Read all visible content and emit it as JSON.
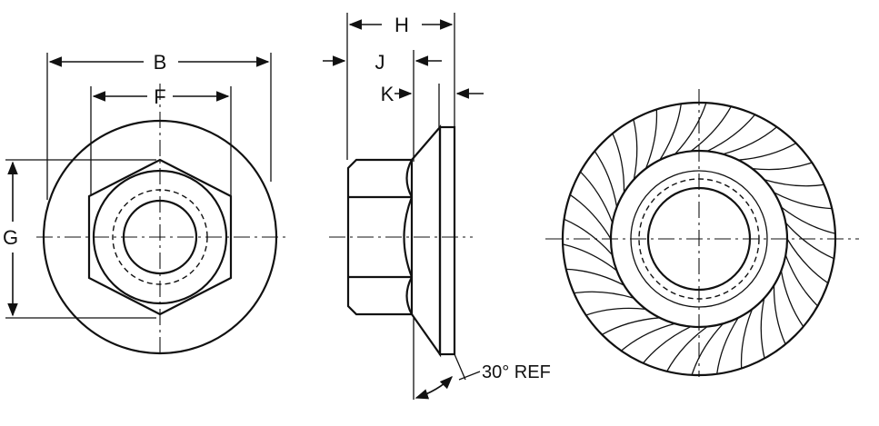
{
  "labels": {
    "B": "B",
    "F": "F",
    "G": "G",
    "H": "H",
    "J": "J",
    "K": "K",
    "angle_note": "30° REF"
  }
}
